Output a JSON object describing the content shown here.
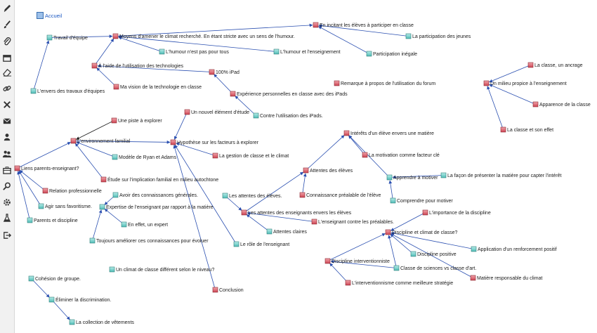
{
  "home": {
    "label": "Accueil"
  },
  "toolbar": [
    "pencil-icon",
    "brush-icon",
    "attachment-icon",
    "window-icon",
    "eraser-icon",
    "link-icon",
    "close-icon",
    "envelope-icon",
    "user-icon",
    "users-icon",
    "briefcase-icon",
    "search-icon",
    "settings-icon",
    "flask-icon",
    "logout-icon"
  ],
  "colors": {
    "edge": "#2a4fb0",
    "red_node": "#e0626e",
    "teal_node": "#6fd0cb"
  },
  "nodes": [
    {
      "id": "travail",
      "label": "Travail d'équipe",
      "kind": "teal"
    },
    {
      "id": "moyens",
      "label": "Moyens d'amener le climat recherché. En étant stricte avec un sens de l'humour.",
      "kind": "red"
    },
    {
      "id": "incitant",
      "label": "En incitant les élèves à participer en classe",
      "kind": "red"
    },
    {
      "id": "participation_jeunes",
      "label": "La participation des jeunes",
      "kind": "teal"
    },
    {
      "id": "humour_tous",
      "label": "L'humour n'est pas pour tous",
      "kind": "teal"
    },
    {
      "id": "humour_ens",
      "label": "L'humour et l'enseignement",
      "kind": "teal"
    },
    {
      "id": "participation_inegale",
      "label": "Participation inégale",
      "kind": "teal"
    },
    {
      "id": "aide_techno",
      "label": "À l'aide de l'utilisation des technologies",
      "kind": "red"
    },
    {
      "id": "ipad",
      "label": "100% iPad",
      "kind": "red"
    },
    {
      "id": "vision_techno",
      "label": "Ma vision de la technologie en classe",
      "kind": "red"
    },
    {
      "id": "envers_travaux",
      "label": "L'envers des travaux d'équipes",
      "kind": "teal"
    },
    {
      "id": "remarque",
      "label": "Remarque à propos de l'utilisation du forum",
      "kind": "red"
    },
    {
      "id": "experience",
      "label": "Expérience personnelles en classe avec des iPads",
      "kind": "red"
    },
    {
      "id": "contre_ipads",
      "label": "Contre l'utilisation des iPads.",
      "kind": "teal"
    },
    {
      "id": "classe_ancrage",
      "label": "La classe, un ancrage",
      "kind": "red"
    },
    {
      "id": "milieu",
      "label": "Un milieu propice à l'enseignement",
      "kind": "red"
    },
    {
      "id": "apparence",
      "label": "Apparence de la classe",
      "kind": "red"
    },
    {
      "id": "classe_effet",
      "label": "La classe et son effet",
      "kind": "red"
    },
    {
      "id": "nouvel",
      "label": "Un nouvel élément d'étude",
      "kind": "red"
    },
    {
      "id": "piste",
      "label": "Une piste à explorer",
      "kind": "red"
    },
    {
      "id": "env_familial",
      "label": "L'environnement familial",
      "kind": "red"
    },
    {
      "id": "hypothese",
      "label": "Hypothèse sur les facteurs à explorer",
      "kind": "red"
    },
    {
      "id": "interets",
      "label": "Intérêts d'un élève envers une matière",
      "kind": "red"
    },
    {
      "id": "motivation",
      "label": "La motivation comme facteur clé",
      "kind": "red"
    },
    {
      "id": "modele",
      "label": "Modèle de Ryan et Adams",
      "kind": "teal"
    },
    {
      "id": "gestion",
      "label": "La gestion de classe et le climat",
      "kind": "red"
    },
    {
      "id": "liens",
      "label": "Liens parents-enseignant?",
      "kind": "red"
    },
    {
      "id": "etude",
      "label": "Étude sur l'implication familial en milieu autochtone",
      "kind": "red"
    },
    {
      "id": "attentes_eleves",
      "label": "Attentes des élèves",
      "kind": "red"
    },
    {
      "id": "apprendre",
      "label": "Apprendre à motiver",
      "kind": "teal"
    },
    {
      "id": "facon",
      "label": "La façon de présenter la matière pour capter l'intérêt",
      "kind": "teal"
    },
    {
      "id": "relation",
      "label": "Relation professionnelle",
      "kind": "red"
    },
    {
      "id": "avoir",
      "label": "Avoir des connaissances générales.",
      "kind": "teal"
    },
    {
      "id": "attentes_des",
      "label": "Les attentes des élèves.",
      "kind": "teal"
    },
    {
      "id": "connaissance_prealable",
      "label": "Connaissance préalable de l'élève",
      "kind": "red"
    },
    {
      "id": "comprendre",
      "label": "Comprendre pour motiver",
      "kind": "teal"
    },
    {
      "id": "agir",
      "label": "Agir sans favoritisme.",
      "kind": "teal"
    },
    {
      "id": "expertise",
      "label": "Expertise de l'enseignant par rapport à la matière",
      "kind": "teal"
    },
    {
      "id": "attentes_ens",
      "label": "Les attentes des enseignants envers les élèves",
      "kind": "red"
    },
    {
      "id": "importance",
      "label": "L'importance de la discipline",
      "kind": "red"
    },
    {
      "id": "parents_discipline",
      "label": "Parents et discipline",
      "kind": "teal"
    },
    {
      "id": "en_effet",
      "label": "En effet, un expert",
      "kind": "teal"
    },
    {
      "id": "ens_contre",
      "label": "L'enseignant contre les préalables.",
      "kind": "red"
    },
    {
      "id": "attentes_claires",
      "label": "Attentes claires",
      "kind": "teal"
    },
    {
      "id": "discipline_climat",
      "label": "Discipline et climat de classe?",
      "kind": "red"
    },
    {
      "id": "toujours",
      "label": "Toujours améliorer ces connaissances pour évoluer",
      "kind": "teal"
    },
    {
      "id": "role",
      "label": "Le rôle de l'enseignant",
      "kind": "teal"
    },
    {
      "id": "discipline_positive",
      "label": "Discipline positive",
      "kind": "teal"
    },
    {
      "id": "application",
      "label": "Application d'un renforcement positif",
      "kind": "teal"
    },
    {
      "id": "disc_interv",
      "label": "Discipline interventionniste",
      "kind": "red"
    },
    {
      "id": "climat_diff",
      "label": "Un climat de classe différent selon le niveau?",
      "kind": "teal"
    },
    {
      "id": "classe_sciences",
      "label": "Classe de sciences vs classe d'art.",
      "kind": "teal"
    },
    {
      "id": "cohesion",
      "label": "Cohésion de groupe.",
      "kind": "teal"
    },
    {
      "id": "matiere_resp",
      "label": "Matière responsable du climat",
      "kind": "red"
    },
    {
      "id": "interventionnisme",
      "label": "L'interventionnisme comme meilleure stratégie",
      "kind": "red"
    },
    {
      "id": "conclusion",
      "label": "Conclusion",
      "kind": "red"
    },
    {
      "id": "eliminer",
      "label": "Éliminer la discrimination.",
      "kind": "teal"
    },
    {
      "id": "vetements",
      "label": "La collection de vêtements",
      "kind": "teal"
    }
  ],
  "edges": [
    [
      "travail",
      "moyens"
    ],
    [
      "humour_tous",
      "moyens"
    ],
    [
      "humour_ens",
      "moyens"
    ],
    [
      "participation_inegale",
      "incitant"
    ],
    [
      "participation_jeunes",
      "incitant"
    ],
    [
      "moyens",
      "incitant"
    ],
    [
      "envers_travaux",
      "travail"
    ],
    [
      "aide_techno",
      "moyens"
    ],
    [
      "vision_techno",
      "aide_techno"
    ],
    [
      "ipad",
      "aide_techno"
    ],
    [
      "experience",
      "ipad"
    ],
    [
      "contre_ipads",
      "experience"
    ],
    [
      "classe_ancrage",
      "milieu"
    ],
    [
      "apparence",
      "milieu"
    ],
    [
      "classe_effet",
      "milieu"
    ],
    [
      "nouvel",
      "hypothese"
    ],
    [
      "env_familial",
      "hypothese"
    ],
    [
      "gestion",
      "hypothese"
    ],
    [
      "role",
      "hypothese"
    ],
    [
      "conclusion",
      "hypothese"
    ],
    [
      "piste",
      "env_familial",
      "dark"
    ],
    [
      "modele",
      "env_familial"
    ],
    [
      "etude",
      "env_familial"
    ],
    [
      "liens",
      "env_familial"
    ],
    [
      "relation",
      "liens"
    ],
    [
      "agir",
      "liens"
    ],
    [
      "parents_discipline",
      "liens"
    ],
    [
      "attentes_eleves",
      "interets"
    ],
    [
      "motivation",
      "interets"
    ],
    [
      "apprendre",
      "interets"
    ],
    [
      "facon",
      "apprendre"
    ],
    [
      "comprendre",
      "apprendre"
    ],
    [
      "attentes_des",
      "attentes_ens"
    ],
    [
      "attentes_ens",
      "attentes_eleves"
    ],
    [
      "connaissance_prealable",
      "attentes_eleves"
    ],
    [
      "ens_contre",
      "attentes_ens"
    ],
    [
      "attentes_claires",
      "attentes_ens"
    ],
    [
      "avoir",
      "expertise"
    ],
    [
      "en_effet",
      "expertise"
    ],
    [
      "toujours",
      "expertise"
    ],
    [
      "importance",
      "discipline_climat"
    ],
    [
      "discipline_positive",
      "discipline_climat"
    ],
    [
      "application",
      "discipline_climat"
    ],
    [
      "disc_interv",
      "discipline_climat"
    ],
    [
      "classe_sciences",
      "discipline_climat"
    ],
    [
      "matiere_resp",
      "discipline_climat"
    ],
    [
      "interventionnisme",
      "disc_interv"
    ],
    [
      "classe_sciences",
      "disc_interv"
    ],
    [
      "cohesion",
      "eliminer"
    ],
    [
      "eliminer",
      "vetements"
    ]
  ]
}
